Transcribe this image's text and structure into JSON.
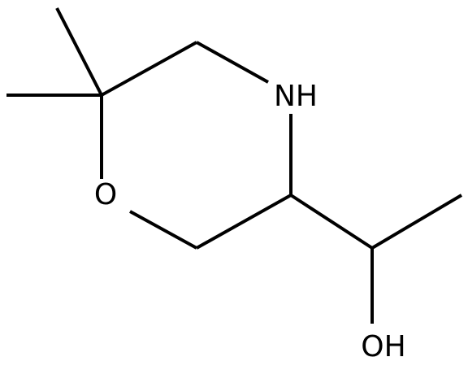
{
  "diagram": {
    "type": "skeletal-structure",
    "atoms": {
      "nh": "NH",
      "o": "O",
      "oh": "OH"
    },
    "colors": {
      "bond": "#000000",
      "label": "#000000",
      "background": "#ffffff"
    }
  }
}
